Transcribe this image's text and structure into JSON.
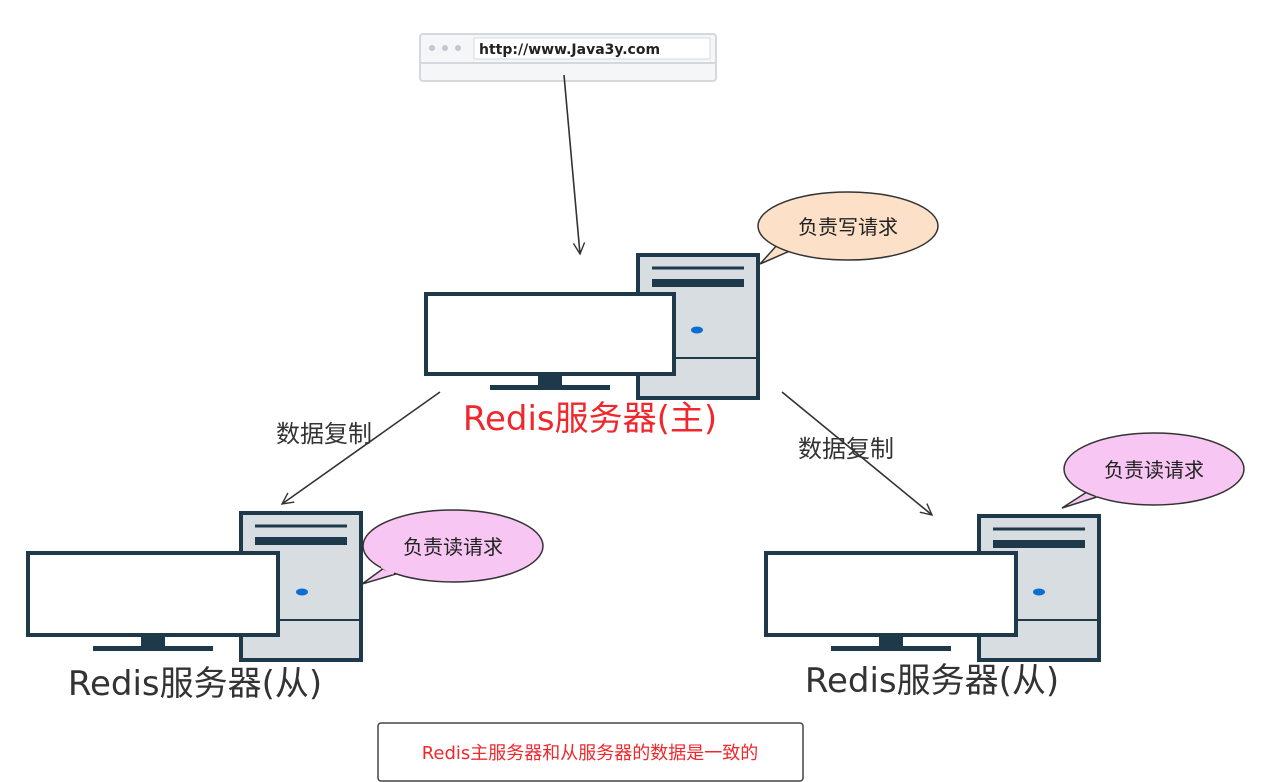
{
  "browser": {
    "url": "http://www.Java3y.com"
  },
  "master": {
    "label": "Redis服务器(主)",
    "label_color": "#f0282d",
    "bubble_text": "负责写请求",
    "bubble_color": "#fce0c7"
  },
  "slave_left": {
    "label": "Redis服务器(从)",
    "bubble_text": "负责读请求",
    "bubble_color": "#f7c6f3"
  },
  "slave_right": {
    "label": "Redis服务器(从)",
    "bubble_text": "负责读请求",
    "bubble_color": "#f7c6f3"
  },
  "edges": {
    "replicate_left": "数据复制",
    "replicate_right": "数据复制"
  },
  "note": {
    "text": "Redis主服务器和从服务器的数据是一致的",
    "text_color": "#f0282d"
  },
  "colors": {
    "monitor_frame": "#1e3a4a",
    "tower_body": "#d8dde2",
    "tower_accent": "#0a6fd1",
    "label_dark": "#333333"
  }
}
